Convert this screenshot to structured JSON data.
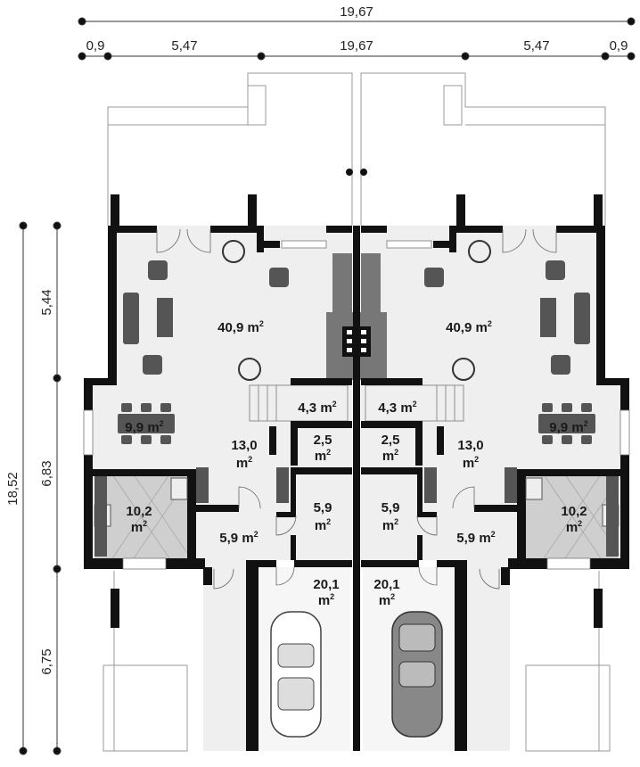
{
  "dimensions": {
    "top_total": "19,67",
    "top_segments": [
      "0,9",
      "5,47",
      "19,67",
      "5,47",
      "0,9"
    ],
    "left_total": "18,52",
    "left_segments": [
      "5,44",
      "6,83",
      "6,75"
    ]
  },
  "rooms": {
    "living_left": "40,9",
    "living_right": "40,9",
    "stair_left": "4,3",
    "stair_right": "4,3",
    "dining_left": "9,9",
    "dining_right": "9,9",
    "wc_left": "2,5",
    "wc_right": "2,5",
    "hall_left": "13,0",
    "hall_right": "13,0",
    "kitchen_left": "10,2",
    "kitchen_right": "10,2",
    "vestibule_left": "5,9",
    "vestibule_right": "5,9",
    "utility_left": "5,9",
    "utility_right": "5,9",
    "garage_left": "20,1",
    "garage_right": "20,1"
  },
  "unit": "m",
  "unit_sup": "2",
  "colors": {
    "wall": "#111111",
    "floor": "#efefef",
    "kitchen": "#cfcfcf",
    "furniture": "#555555",
    "chimney": "#777777",
    "terrace_line": "#9a9a9a"
  }
}
